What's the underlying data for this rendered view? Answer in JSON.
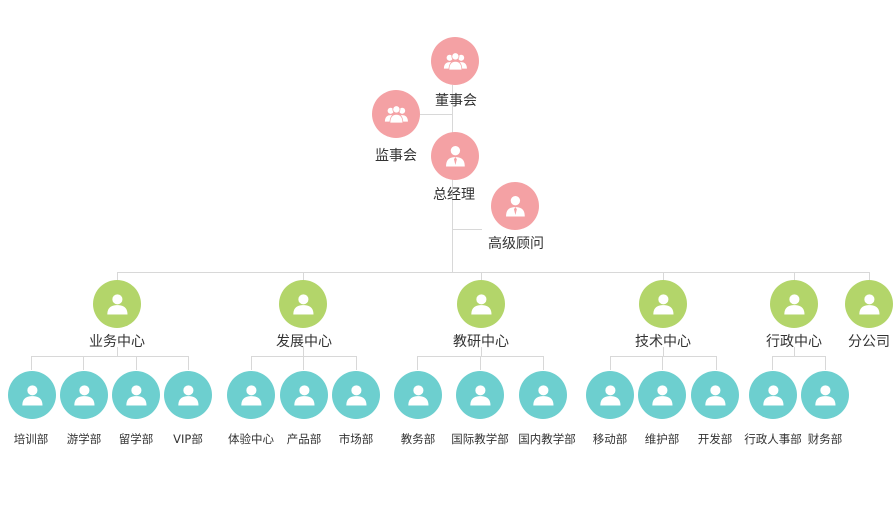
{
  "colors": {
    "top": "#f4a1a4",
    "center": "#b3d56a",
    "dept": "#6dcfcf",
    "line": "#d8d8d8",
    "text": "#333333"
  },
  "top": {
    "board": {
      "label": "董事会",
      "icon": "group-icon"
    },
    "supervisors": {
      "label": "监事会",
      "icon": "group-icon"
    },
    "gm": {
      "label": "总经理",
      "icon": "person-tie-icon"
    },
    "advisor": {
      "label": "高级顾问",
      "icon": "person-tie-icon"
    }
  },
  "centers": [
    {
      "label": "业务中心",
      "departments": [
        "培训部",
        "游学部",
        "留学部",
        "VIP部"
      ]
    },
    {
      "label": "发展中心",
      "departments": [
        "体验中心",
        "产品部",
        "市场部"
      ]
    },
    {
      "label": "教研中心",
      "departments": [
        "教务部",
        "国际教学部",
        "国内教学部"
      ]
    },
    {
      "label": "技术中心",
      "departments": [
        "移动部",
        "维护部",
        "开发部"
      ]
    },
    {
      "label": "行政中心",
      "departments": [
        "行政人事部",
        "财务部"
      ]
    },
    {
      "label": "分公司",
      "departments": []
    }
  ]
}
